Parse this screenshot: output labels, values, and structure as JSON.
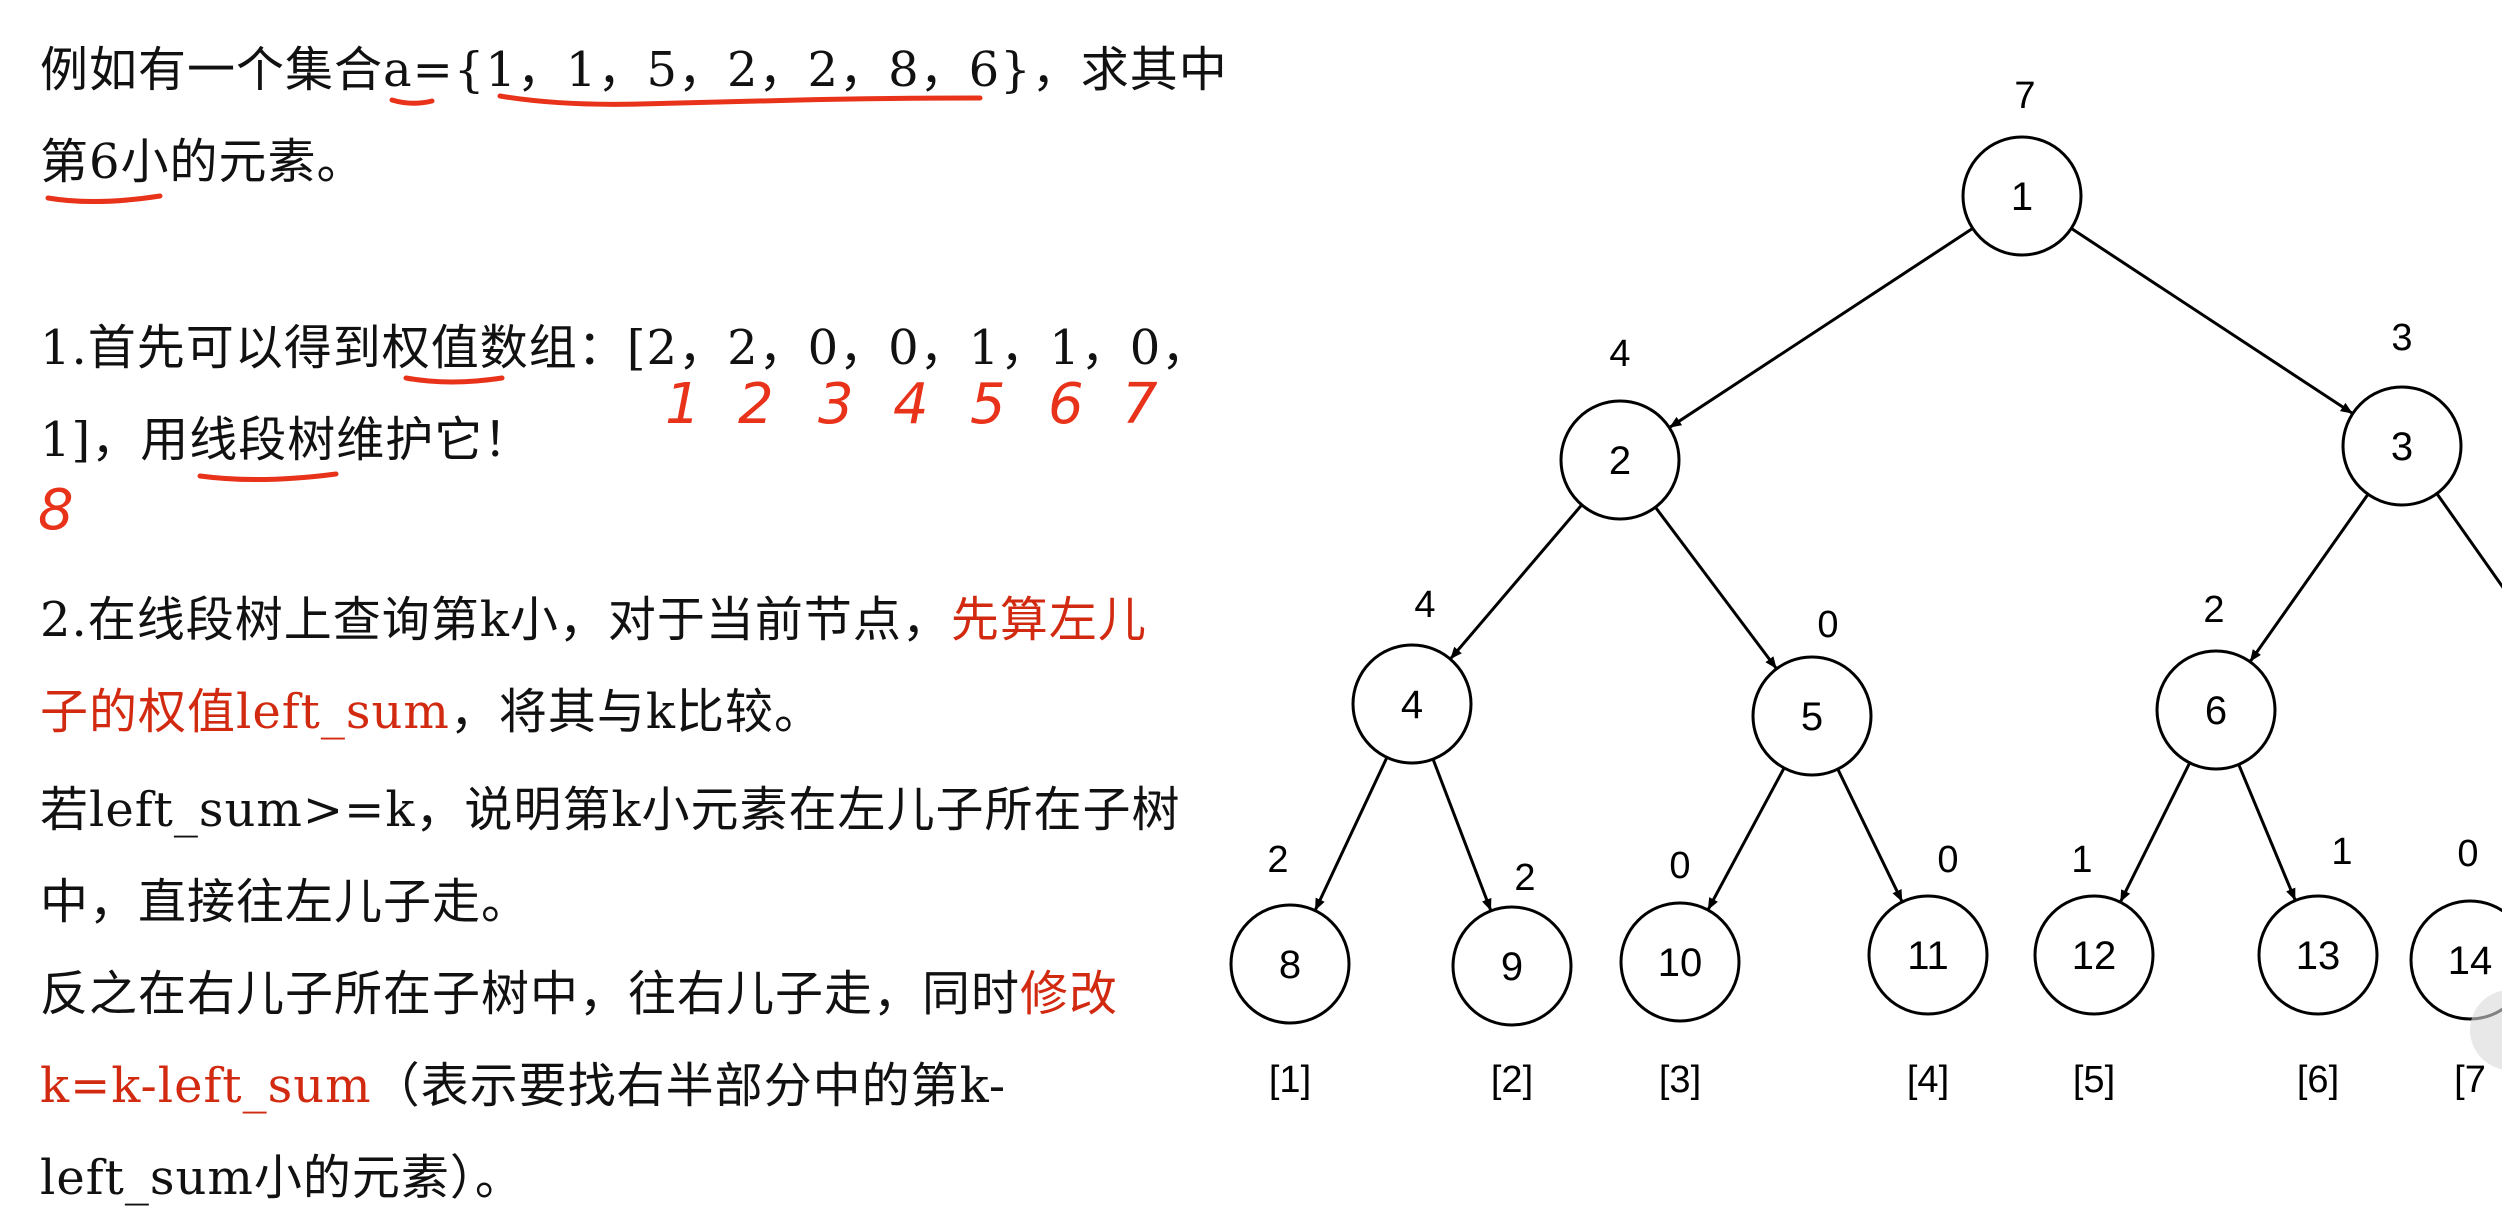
{
  "text": {
    "line1": "例如有一个集合a={1，1，5，2，2，8，6}，求其中",
    "line2": "第6小的元素。",
    "line3": "1.首先可以得到权值数组：[2，2，0，0，1，1，0，",
    "line4": "1]，用线段树维护它！",
    "line5a": "2.在线段树上查询第k小，对于当前节点，",
    "line5b": "先算左儿",
    "line6a": "子的权值left_sum",
    "line6b": "，将其与k比较。",
    "line7": "若left_sum>=k，说明第k小元素在左儿子所在子树",
    "line8": "中，直接往左儿子走。",
    "line9a": "反之在右儿子所在子树中，往右儿子走，同时",
    "line9b": "修改",
    "line10a": "k=k-left_sum",
    "line10b": "（表示要找右半部分中的第k-",
    "line11": "left_sum小的元素）。"
  },
  "handwriting": {
    "index_digits": [
      "1",
      "2",
      "3",
      "4",
      "5",
      "6",
      "7"
    ],
    "eight": "8"
  },
  "tree": {
    "nodes": [
      {
        "id": "1",
        "weight": "7"
      },
      {
        "id": "2",
        "weight": "4"
      },
      {
        "id": "3",
        "weight": "3"
      },
      {
        "id": "4",
        "weight": "4"
      },
      {
        "id": "5",
        "weight": "0"
      },
      {
        "id": "6",
        "weight": "2"
      },
      {
        "id": "8",
        "weight": "2"
      },
      {
        "id": "9",
        "weight": "2"
      },
      {
        "id": "10",
        "weight": "0"
      },
      {
        "id": "11",
        "weight": "0"
      },
      {
        "id": "12",
        "weight": "1"
      },
      {
        "id": "13",
        "weight": "1"
      },
      {
        "id": "14",
        "weight": "0"
      }
    ],
    "leaf_labels": [
      "[1]",
      "[2]",
      "[3]",
      "[4]",
      "[5]",
      "[6]",
      "[7"
    ]
  },
  "colors": {
    "text": "#111111",
    "emphasis_red": "#d22a10",
    "pen_red": "#e8321a"
  }
}
